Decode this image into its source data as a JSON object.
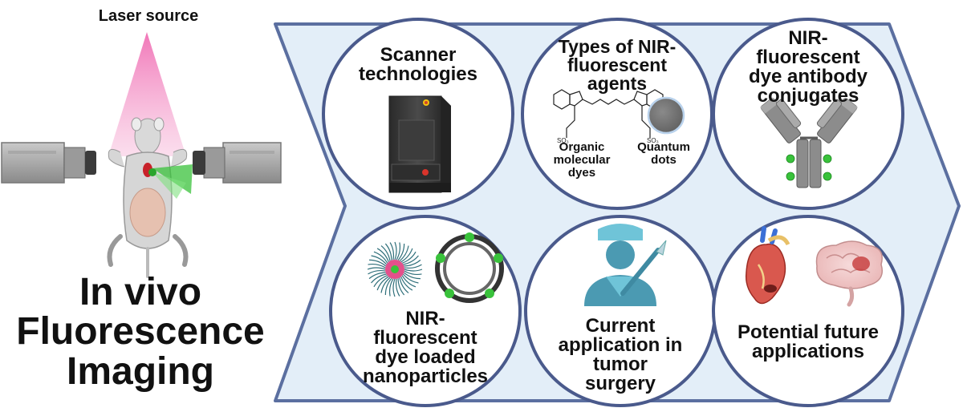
{
  "labels": {
    "laser_source": "Laser source",
    "main_title_line1": "In vivo",
    "main_title_line2": "Fluorescence",
    "main_title_line3": "Imaging"
  },
  "circles": [
    {
      "id": "scanner",
      "lines": [
        "Scanner",
        "technologies"
      ]
    },
    {
      "id": "agents",
      "lines": [
        "Types of NIR-",
        "fluorescent",
        "agents"
      ],
      "sublabels": {
        "organic": [
          "Organic",
          "molecular",
          "dyes"
        ],
        "quantum": [
          "Quantum",
          "dots"
        ],
        "so3_a": "SO₃",
        "so3_b": "SO₃"
      }
    },
    {
      "id": "antibody",
      "lines": [
        "NIR-",
        "fluorescent",
        "dye antibody",
        "conjugates"
      ]
    },
    {
      "id": "nanoparticles",
      "lines": [
        "NIR-",
        "fluorescent",
        "dye loaded",
        "nanoparticles"
      ]
    },
    {
      "id": "surgery",
      "lines": [
        "Current",
        "application in",
        "tumor",
        "surgery"
      ]
    },
    {
      "id": "future",
      "lines": [
        "Potential future",
        "applications"
      ]
    }
  ],
  "colors": {
    "chevron_fill": "#e3eef8",
    "chevron_stroke": "#5b6fa0",
    "circle_stroke": "#4a5a8c",
    "laser_pink": "#f06fb4",
    "fluor_green": "#39c23b",
    "surgeon_blue": "#4b9ab2"
  },
  "icons": [
    "laser-cone-icon",
    "mouse-icon",
    "camera-icon",
    "scanner-icon",
    "cyanine-dye-icon",
    "quantum-dot-icon",
    "antibody-icon",
    "micelle-icon",
    "liposome-icon",
    "surgeon-icon",
    "scalpel-icon",
    "heart-icon",
    "brain-icon"
  ]
}
